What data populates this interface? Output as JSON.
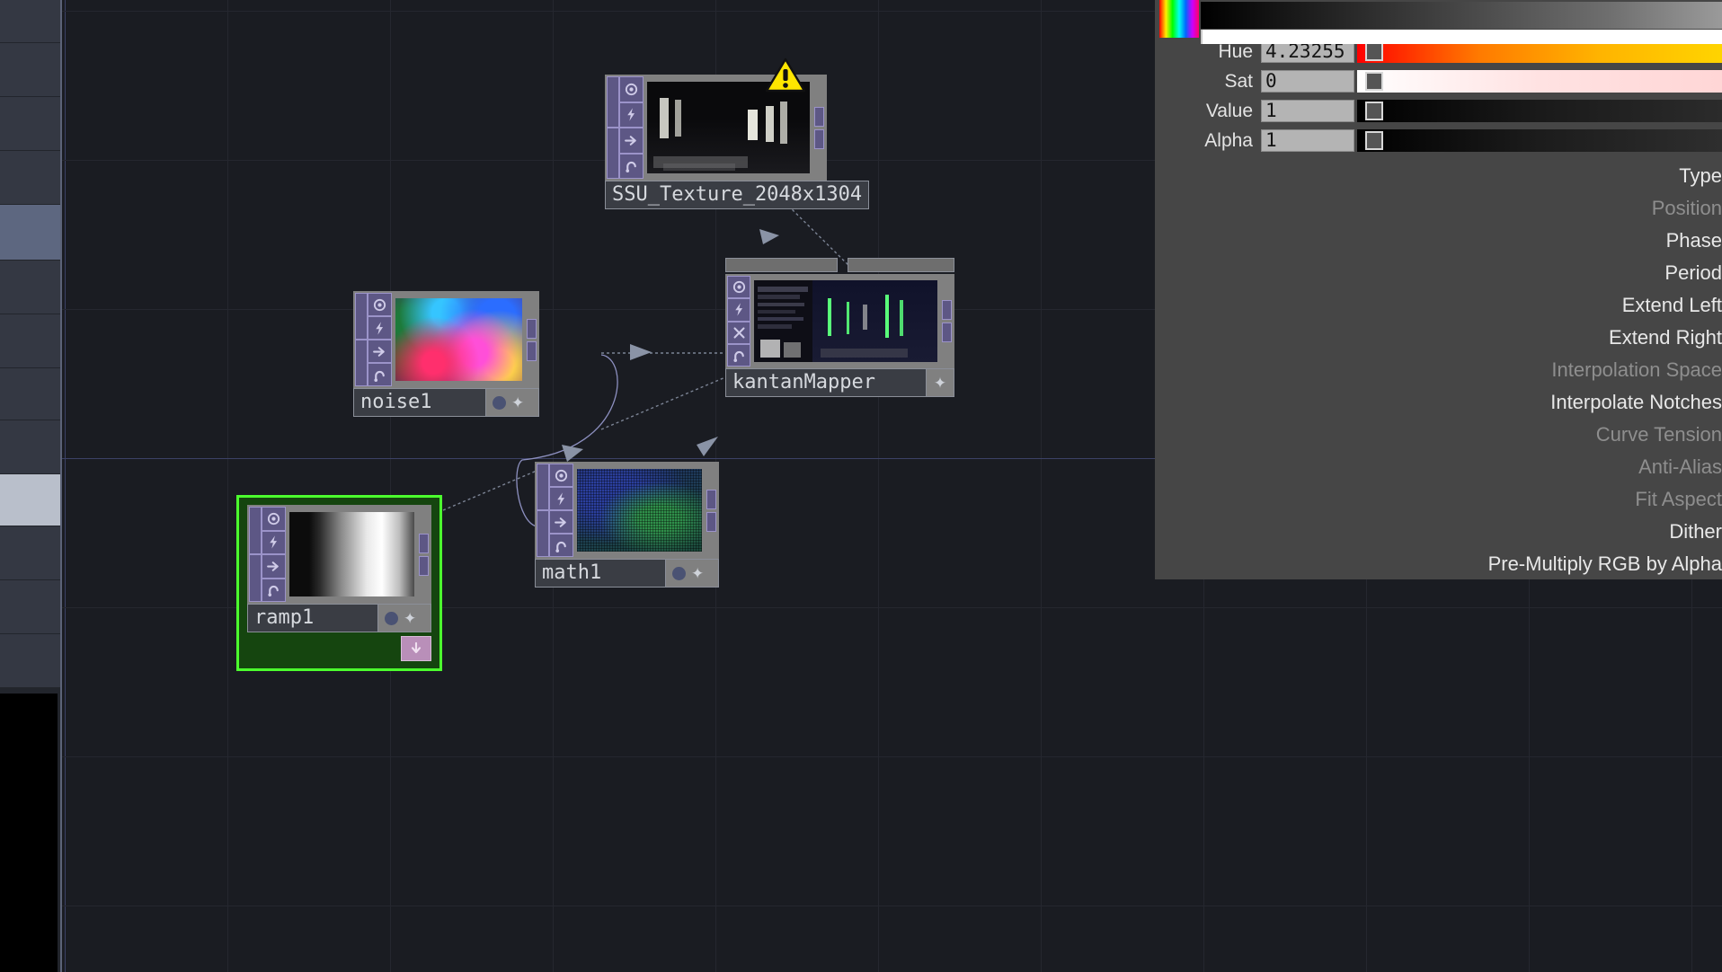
{
  "app": {
    "kind": "node-graph-editor"
  },
  "sidebar": {
    "strips": [
      {
        "tone": "dark"
      },
      {
        "tone": "dark"
      },
      {
        "tone": "dark"
      },
      {
        "tone": "dark"
      },
      {
        "tone": "selected"
      },
      {
        "tone": "dark"
      },
      {
        "tone": "dark"
      },
      {
        "tone": "dark"
      },
      {
        "tone": "dark"
      },
      {
        "tone": "light"
      },
      {
        "tone": "dark"
      },
      {
        "tone": "dark"
      },
      {
        "tone": "dark"
      }
    ]
  },
  "network": {
    "nodes": [
      {
        "id": "ssu_texture",
        "label": "SSU_Texture_2048x1304",
        "thumb": "room-dark",
        "has_warning": true,
        "warning_icon": "warning-triangle-icon",
        "flags": [
          "viewer-icon",
          "cook-icon",
          "export-icon",
          "lock-icon"
        ],
        "selected": false
      },
      {
        "id": "noise1",
        "label": "noise1",
        "thumb": "color-noise",
        "has_warning": false,
        "flags": [
          "viewer-icon",
          "cook-icon",
          "export-icon",
          "lock-icon"
        ],
        "selected": false,
        "buttons": [
          "node-dot",
          "node-star"
        ]
      },
      {
        "id": "kantanmapper",
        "label": "kantanMapper",
        "thumb": "mapper-preview",
        "has_warning": false,
        "flags": [
          "viewer-icon",
          "cook-icon",
          "close-icon",
          "lock-icon"
        ],
        "selected": false,
        "buttons": [
          "node-star"
        ]
      },
      {
        "id": "ramp1",
        "label": "ramp1",
        "thumb": "grayscale-ramp",
        "has_warning": false,
        "flags": [
          "viewer-icon",
          "cook-icon",
          "export-icon",
          "lock-icon"
        ],
        "selected": true,
        "buttons": [
          "node-dot",
          "node-star"
        ],
        "badge": "download-arrow-icon"
      },
      {
        "id": "math1",
        "label": "math1",
        "thumb": "blue-green-dither",
        "has_warning": false,
        "flags": [
          "viewer-icon",
          "cook-icon",
          "export-icon",
          "lock-icon"
        ],
        "selected": false,
        "buttons": [
          "node-dot",
          "node-star"
        ]
      }
    ]
  },
  "color_picker": {
    "rows": [
      {
        "label": "Hue",
        "value": "4.23255",
        "swatch": "hue"
      },
      {
        "label": "Sat",
        "value": "0",
        "swatch": "sat"
      },
      {
        "label": "Value",
        "value": "1",
        "swatch": "val"
      },
      {
        "label": "Alpha",
        "value": "1",
        "swatch": "alpha"
      }
    ]
  },
  "parameters": {
    "items": [
      {
        "label": "Type",
        "enabled": true
      },
      {
        "label": "Position",
        "enabled": false
      },
      {
        "label": "Phase",
        "enabled": true
      },
      {
        "label": "Period",
        "enabled": true
      },
      {
        "label": "Extend Left",
        "enabled": true
      },
      {
        "label": "Extend Right",
        "enabled": true
      },
      {
        "label": "Interpolation Space",
        "enabled": false
      },
      {
        "label": "Interpolate Notches",
        "enabled": true
      },
      {
        "label": "Curve Tension",
        "enabled": false
      },
      {
        "label": "Anti-Alias",
        "enabled": false
      },
      {
        "label": "Fit Aspect",
        "enabled": false
      },
      {
        "label": "Dither",
        "enabled": true
      },
      {
        "label": "Pre-Multiply RGB by Alpha",
        "enabled": true
      }
    ]
  },
  "colors": {
    "node_flag": "#5d5785",
    "node_flag_border": "#9b93c9",
    "node_chrome": "#808080",
    "selection": "#4cff2e",
    "grid_major": "#3c4166",
    "canvas_bg": "#1a1c22",
    "panel_bg": "#464646"
  }
}
